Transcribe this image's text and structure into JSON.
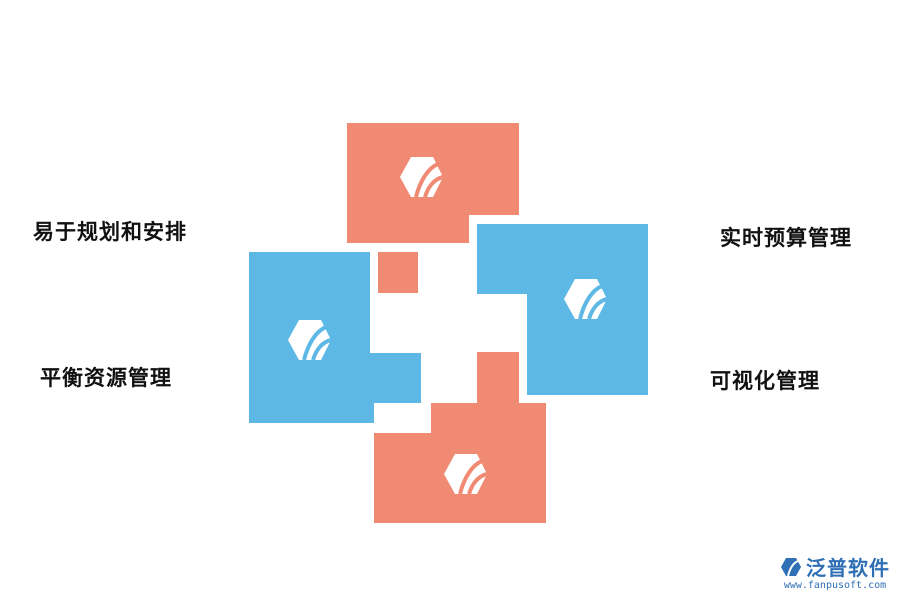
{
  "colors": {
    "salmon": "#F08A72",
    "blue": "#5DB8E6",
    "icon": "#ffffff",
    "watermark": "#2F6FB5"
  },
  "labels": {
    "top_left": "易于规划和安排",
    "bottom_left": "平衡资源管理",
    "top_right": "实时预算管理",
    "bottom_right": "可视化管理"
  },
  "watermark": {
    "brand": "泛普软件",
    "url": "www.fanpusoft.com"
  },
  "icons": [
    "hexagon-logo-icon",
    "hexagon-logo-icon",
    "hexagon-logo-icon",
    "hexagon-logo-icon"
  ]
}
